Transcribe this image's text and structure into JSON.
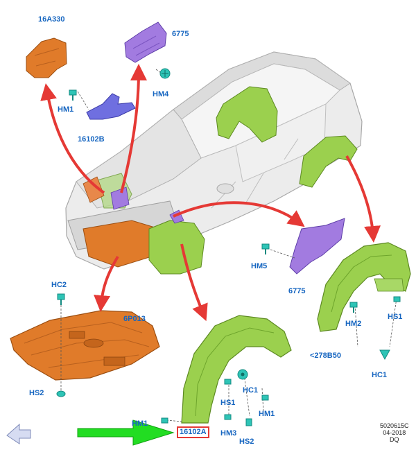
{
  "colors": {
    "label_blue": "#1565c0",
    "callout_red": "#e53935",
    "highlight_green": "#22dd22",
    "part_orange": "#e07b2a",
    "part_purple": "#9b6bd6",
    "part_green": "#8ccc3a",
    "part_blue": "#6f6fe0",
    "clip_teal": "#2ec4b6",
    "vehicle_gray": "#d9d9d9"
  },
  "labels": {
    "p16a330": "16A330",
    "p6775_top": "6775",
    "hm4": "HM4",
    "hm1_top": "HM1",
    "p16102b": "16102B",
    "hm5": "HM5",
    "p6775_right": "6775",
    "hc2": "HC2",
    "p6p013": "6P013",
    "hs2_left": "HS2",
    "hm2": "HM2",
    "hs1_right": "HS1",
    "p278b50": "<278B50",
    "hc1_right": "HC1",
    "hc1_center": "HC1",
    "hs1_center": "HS1",
    "hm1_center": "HM1",
    "hm3": "HM3",
    "hs2_center": "HS2",
    "hm1_bottom": "HM1",
    "p16102a": "16102A"
  },
  "footer": {
    "ref_code": "5020615C",
    "date": "04-2018",
    "initials": "DQ"
  },
  "icons": {
    "front_direction": "front-direction-arrow-icon"
  }
}
